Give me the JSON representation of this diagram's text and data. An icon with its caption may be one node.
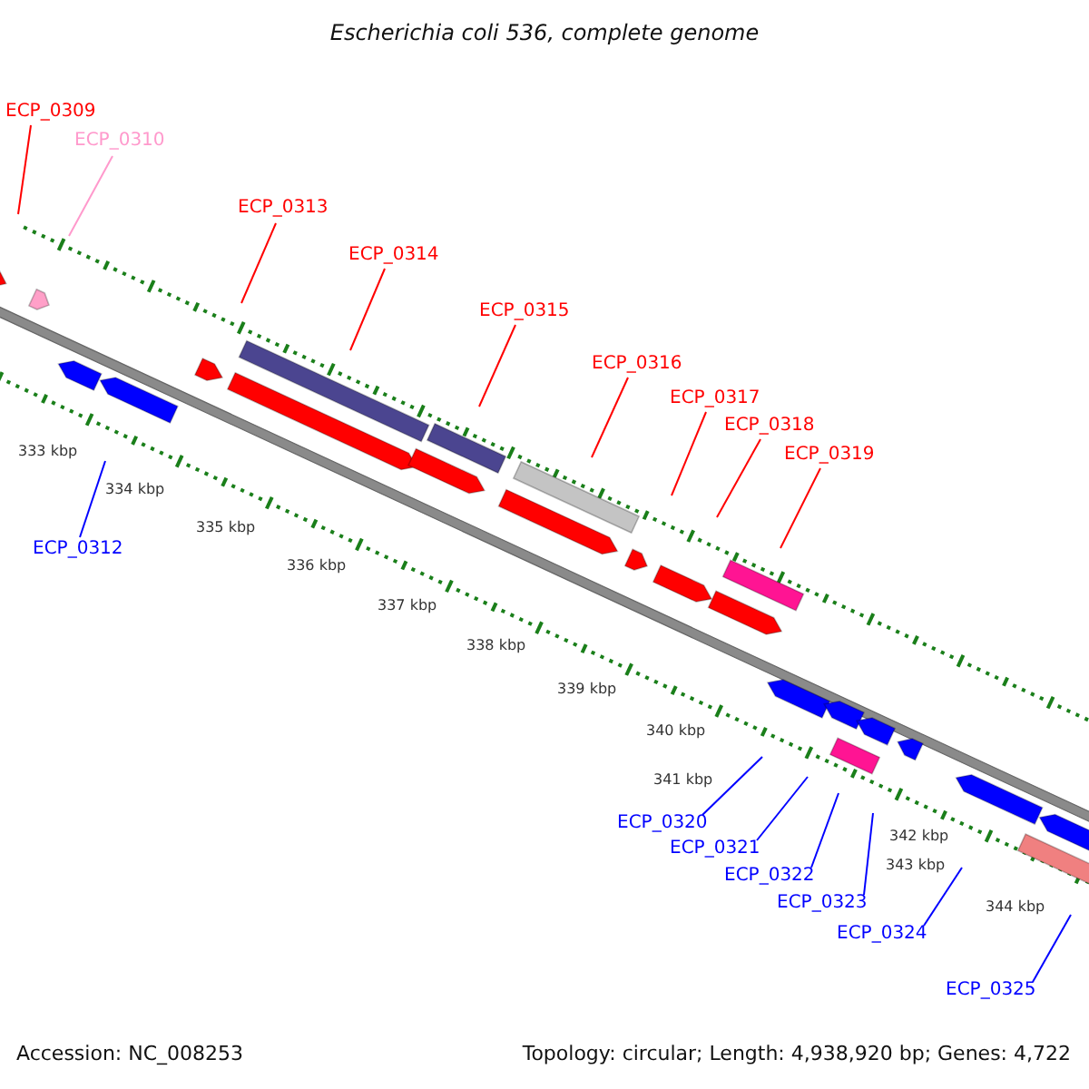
{
  "diagram": {
    "title": "Escherichia coli 536, complete genome",
    "nodes": [
      {
        "text": [
          "ECP_0309"
        ]
      },
      {
        "text": [
          "ECP_0310"
        ]
      },
      {
        "text": [
          "ECP_0313"
        ]
      },
      {
        "text": [
          "ECP_0314"
        ]
      },
      {
        "text": [
          "ECP_0315"
        ]
      },
      {
        "text": [
          "ECP_0316"
        ]
      },
      {
        "text": [
          "ECP_0317"
        ]
      },
      {
        "text": [
          "ECP_0318"
        ]
      },
      {
        "text": [
          "ECP_0319"
        ]
      },
      {
        "text": [
          "ECP_0312"
        ]
      },
      {
        "text": [
          "ECP_0320"
        ]
      },
      {
        "text": [
          "ECP_0321"
        ]
      },
      {
        "text": [
          "ECP_0322"
        ]
      },
      {
        "text": [
          "ECP_0323"
        ]
      },
      {
        "text": [
          "ECP_0324"
        ]
      },
      {
        "text": [
          "ECP_0325"
        ]
      }
    ],
    "edges": [
      {
        "from": 0,
        "to": null,
        "arrow": "none"
      },
      {
        "from": 1,
        "to": null,
        "arrow": "none",
        "color": "#ff99cc"
      },
      {
        "from": 2,
        "to": null,
        "arrow": "none"
      },
      {
        "from": 3,
        "to": null,
        "arrow": "none"
      },
      {
        "from": 4,
        "to": null,
        "arrow": "none"
      },
      {
        "from": 5,
        "to": null,
        "arrow": "none"
      },
      {
        "from": 6,
        "to": null,
        "arrow": "none"
      },
      {
        "from": 7,
        "to": null,
        "arrow": "none"
      },
      {
        "from": 8,
        "to": null,
        "arrow": "none"
      },
      {
        "from": 9,
        "to": null,
        "arrow": "none",
        "color": "#0000ff"
      },
      {
        "from": 10,
        "to": null,
        "arrow": "none",
        "color": "#0000ff"
      },
      {
        "from": 11,
        "to": null,
        "arrow": "none",
        "color": "#0000ff"
      },
      {
        "from": 12,
        "to": null,
        "arrow": "none",
        "color": "#0000ff"
      },
      {
        "from": 13,
        "to": null,
        "arrow": "none",
        "color": "#0000ff"
      },
      {
        "from": 14,
        "to": null,
        "arrow": "none",
        "color": "#0000ff"
      },
      {
        "from": 15,
        "to": null,
        "arrow": "none",
        "color": "#0000ff"
      }
    ],
    "labels": [
      "333 kbp",
      "334 kbp",
      "335 kbp",
      "336 kbp",
      "337 kbp",
      "338 kbp",
      "339 kbp",
      "340 kbp",
      "341 kbp",
      "342 kbp",
      "343 kbp",
      "344 kbp",
      "Accession: NC_008253",
      "Topology: circular; Length: 4,938,920 bp; Genes: 4,722"
    ]
  }
}
